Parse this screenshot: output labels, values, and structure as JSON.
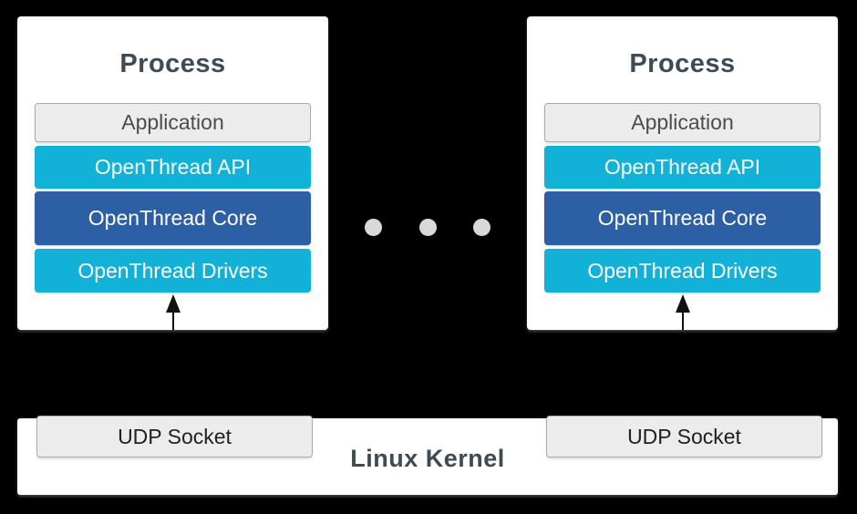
{
  "colors": {
    "background": "#000000",
    "card": "#ffffff",
    "cyan_layer": "#12b1d7",
    "blue_layer": "#2d5fa5",
    "light_box": "#ececec",
    "box_border": "#ababab",
    "heading_text": "#3e4a54",
    "application_text": "#4d4d4d",
    "udp_text": "#212121",
    "dot": "#d9d9d9",
    "arrow": "#111111"
  },
  "processes": [
    {
      "title": "Process",
      "layers": [
        {
          "label": "Application",
          "style": "light"
        },
        {
          "label": "OpenThread API",
          "style": "cyan"
        },
        {
          "label": "OpenThread Core",
          "style": "blue"
        },
        {
          "label": "OpenThread Drivers",
          "style": "cyan"
        }
      ]
    },
    {
      "title": "Process",
      "layers": [
        {
          "label": "Application",
          "style": "light"
        },
        {
          "label": "OpenThread API",
          "style": "cyan"
        },
        {
          "label": "OpenThread Core",
          "style": "blue"
        },
        {
          "label": "OpenThread Drivers",
          "style": "cyan"
        }
      ]
    }
  ],
  "separator": {
    "dot_count": 3
  },
  "kernel": {
    "label": "Linux Kernel",
    "sockets": [
      {
        "label": "UDP Socket"
      },
      {
        "label": "UDP Socket"
      }
    ]
  },
  "icons": [
    "up-arrow-icon",
    "ellipsis-dots"
  ]
}
